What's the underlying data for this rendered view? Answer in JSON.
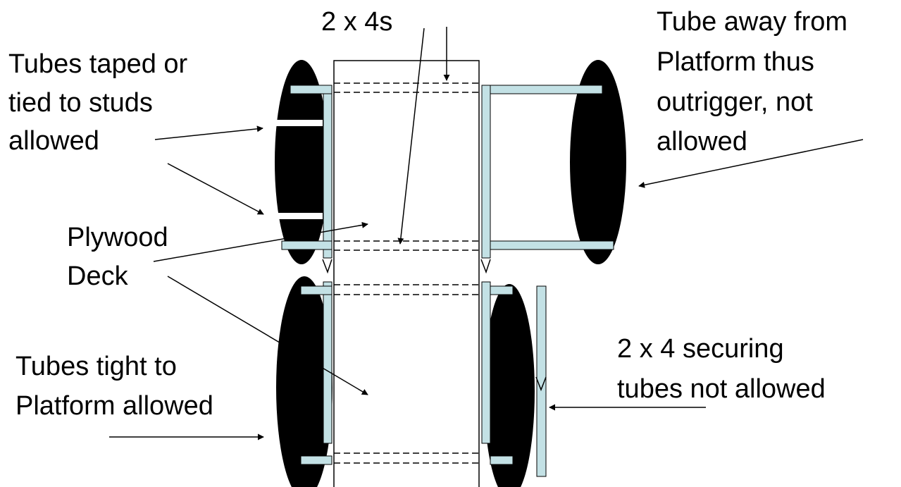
{
  "colors": {
    "tube": "#000000",
    "stud": "#c3e1e5",
    "line": "#000000",
    "background": "#ffffff"
  },
  "labels": {
    "two_by_fours": "2 x 4s",
    "taped_tied": [
      "Tubes taped or",
      "tied to studs",
      "allowed"
    ],
    "tube_away": [
      "Tube away from",
      "Platform thus",
      "outrigger, not",
      "allowed"
    ],
    "plywood_deck": [
      "Plywood",
      "Deck"
    ],
    "tubes_tight": [
      "Tubes tight to",
      "Platform allowed"
    ],
    "securing": [
      "2 x 4 securing",
      "tubes not allowed"
    ]
  }
}
